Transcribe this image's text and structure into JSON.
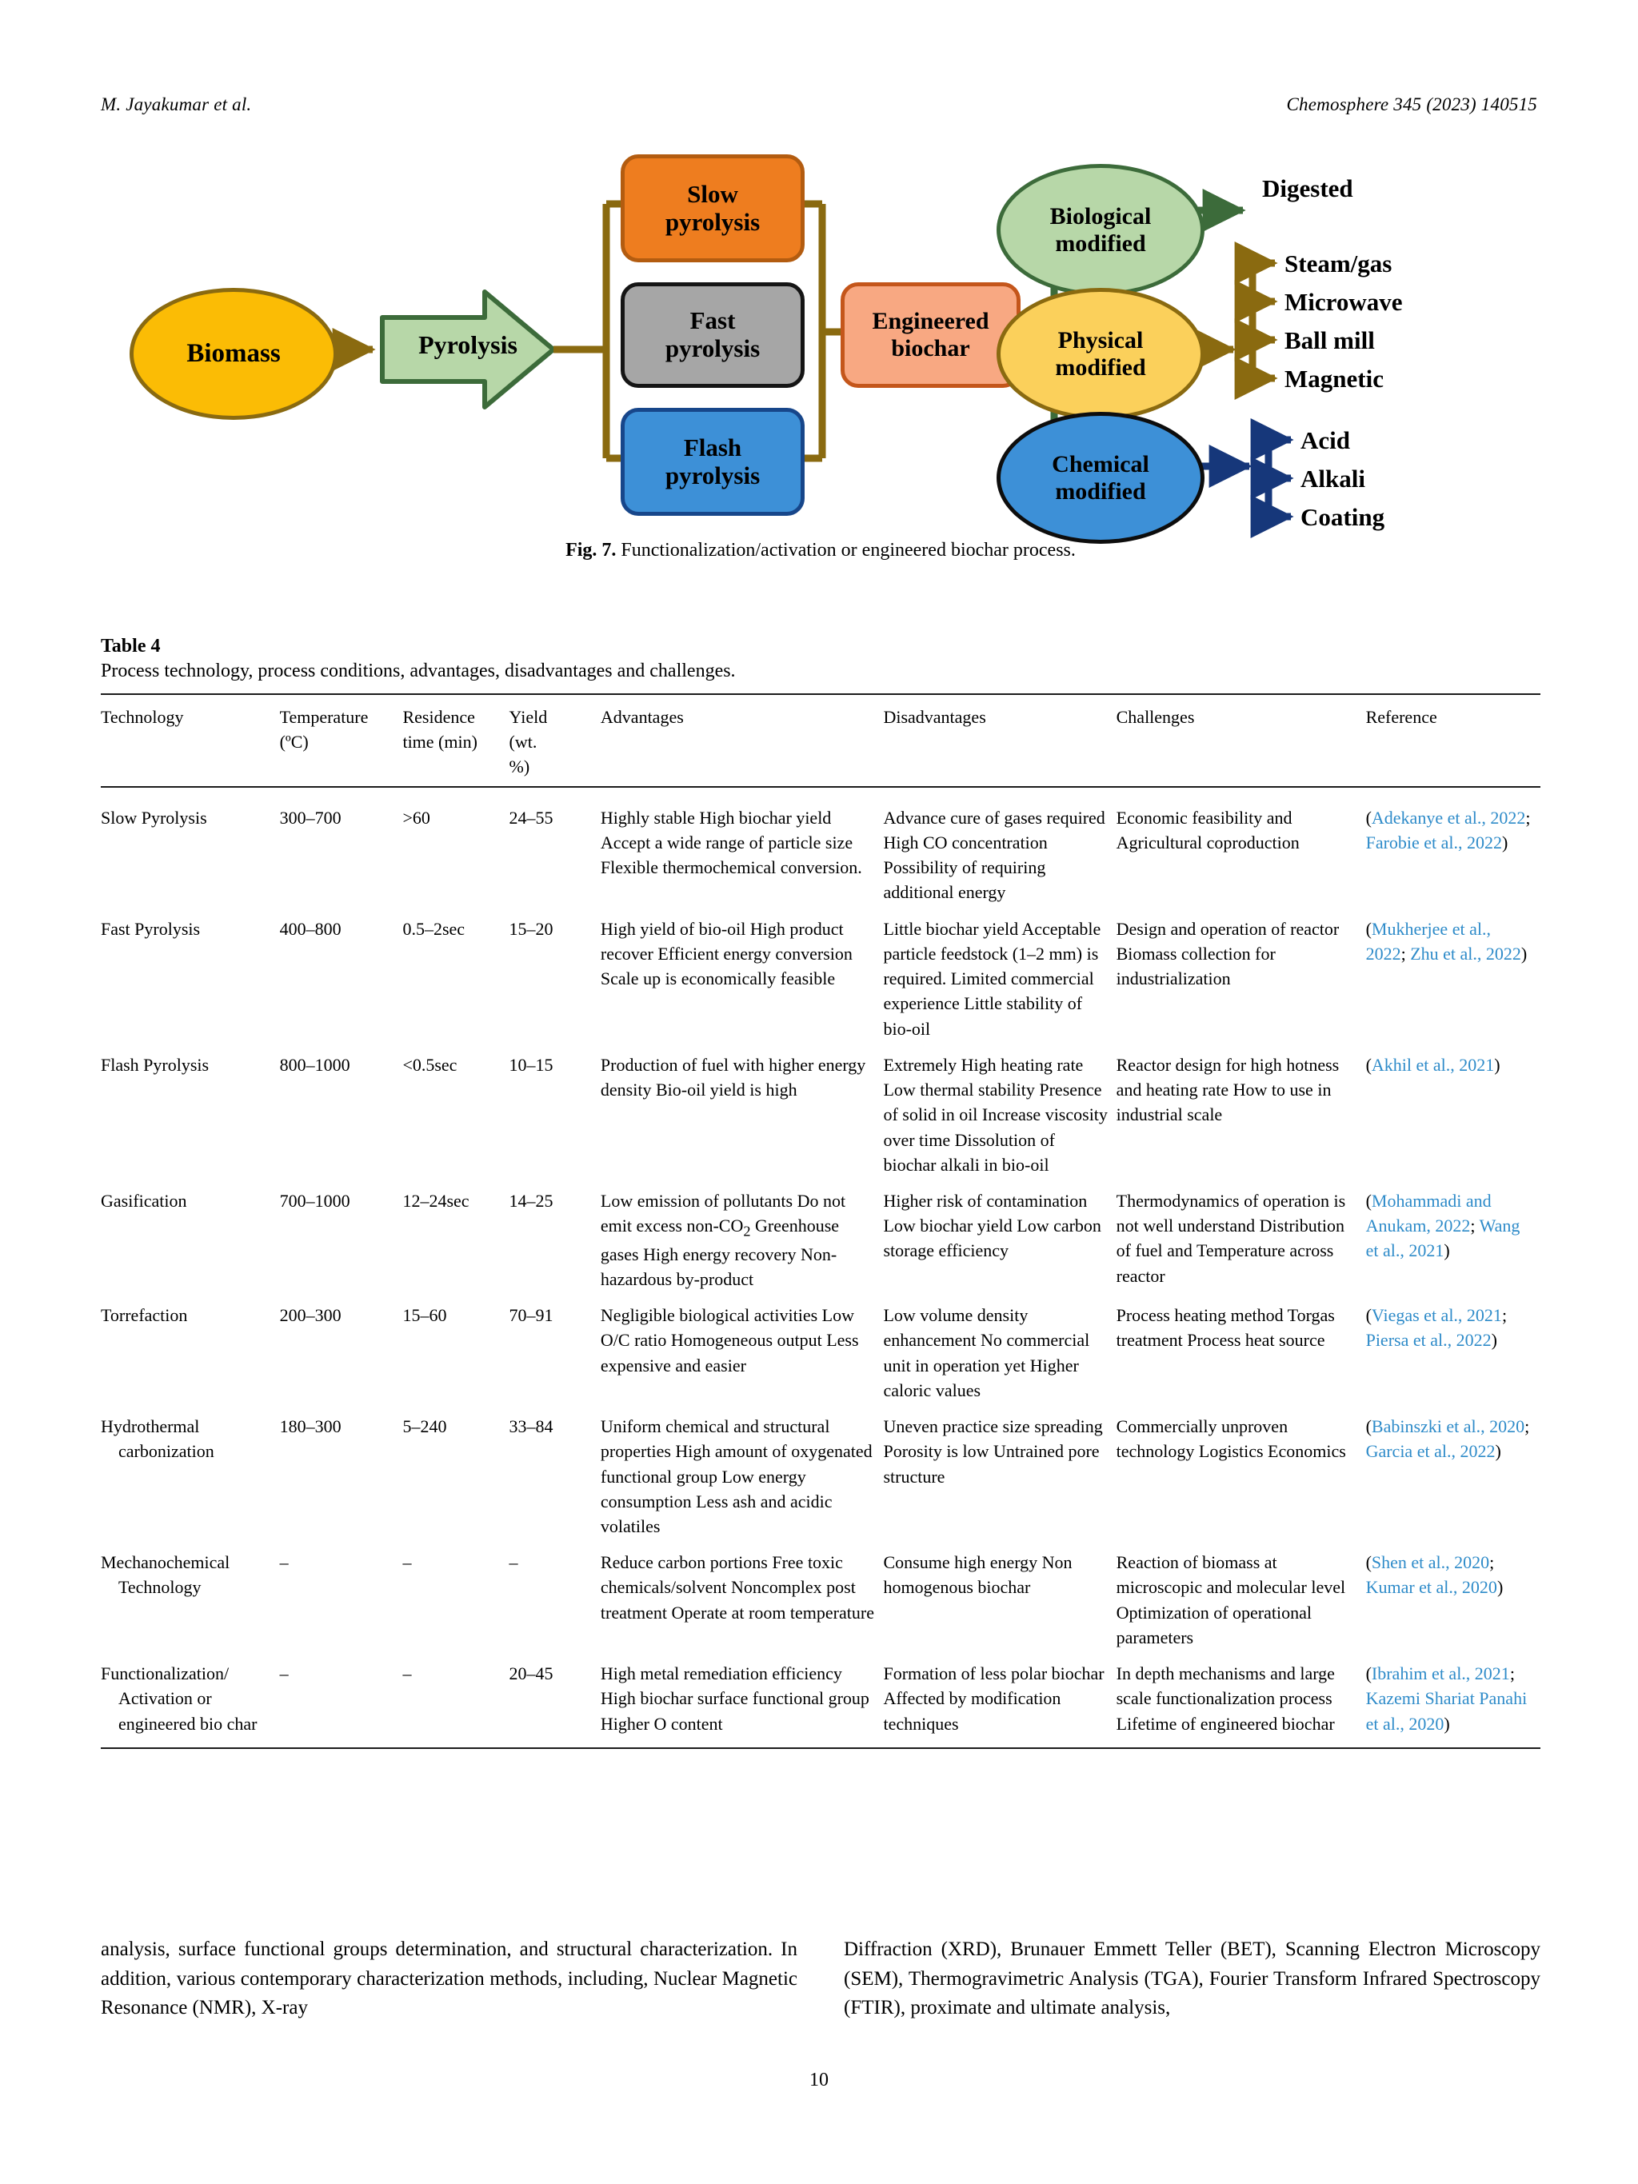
{
  "runhead": {
    "authors": "M. Jayakumar et al.",
    "journal": "Chemosphere 345 (2023) 140515"
  },
  "figure": {
    "caption_label": "Fig. 7.",
    "caption_text": "Functionalization/activation or engineered biochar process.",
    "nodes": {
      "biomass": "Biomass",
      "pyrolysis_arrow": "Pyrolysis",
      "slow": "Slow\npyrolysis",
      "fast": "Fast\npyrolysis",
      "flash": "Flash\npyrolysis",
      "engineered": "Engineered\nbiochar",
      "biological": "Biological\nmodified",
      "physical": "Physical\nmodified",
      "chemical": "Chemical\nmodified"
    },
    "terminals": {
      "digested": "Digested",
      "steam": "Steam/gas",
      "microwave": "Microwave",
      "ballmill": "Ball mill",
      "magnetic": "Magnetic",
      "acid": "Acid",
      "alkali": "Alkali",
      "coating": "Coating"
    },
    "colors": {
      "biomass_fill": "#fbbc05",
      "biomass_stroke": "#8a6a10",
      "arrow_fill": "#b7d7a8",
      "arrow_stroke": "#3c6b3a",
      "slow_fill": "#ee7d1f",
      "fast_fill": "#a6a6a6",
      "flash_fill": "#3d90d7",
      "engineered_fill": "#f8a882",
      "biological_fill": "#b7d7a8",
      "physical_fill": "#fbd05b",
      "chemical_fill": "#3d90d7",
      "connector_gold": "#8a6a10",
      "connector_green": "#3c6b3a",
      "connector_navy": "#16377a"
    }
  },
  "table": {
    "number": "Table 4",
    "caption": "Process technology, process conditions, advantages, disadvantages and challenges.",
    "headers": [
      "Technology",
      "Temperature (ºC)",
      "Residence time (min)",
      "Yield (wt. %)",
      "Advantages",
      "Disadvantages",
      "Challenges",
      "Reference"
    ],
    "header_lines": {
      "technology": [
        "Technology"
      ],
      "temperature": [
        "Temperature",
        "(ºC)"
      ],
      "residence": [
        "Residence",
        "time (min)"
      ],
      "yield": [
        "Yield",
        "(wt.",
        "%)"
      ],
      "advantages": [
        "Advantages"
      ],
      "disadvantages": [
        "Disadvantages"
      ],
      "challenges": [
        "Challenges"
      ],
      "reference": [
        "Reference"
      ]
    },
    "rows": [
      {
        "technology": "Slow Pyrolysis",
        "temperature": "300–700",
        "residence": ">60",
        "yield": "24–55",
        "advantages": "Highly stable High biochar yield Accept a wide range of particle size Flexible thermochemical conversion.",
        "disadvantages": "Advance cure of gases required High CO concentration Possibility of requiring additional energy",
        "challenges": "Economic feasibility and Agricultural coproduction",
        "reference_text": "(Adekanye et al., 2022; Farobie et al., 2022)",
        "reference_parts": [
          {
            "t": "(",
            "link": false
          },
          {
            "t": "Adekanye et al., 2022",
            "link": true
          },
          {
            "t": "; ",
            "link": false
          },
          {
            "t": "Farobie et al., 2022",
            "link": true
          },
          {
            "t": ")",
            "link": false
          }
        ]
      },
      {
        "technology": "Fast Pyrolysis",
        "temperature": "400–800",
        "residence": "0.5–2sec",
        "yield": "15–20",
        "advantages": "High yield of bio-oil High product recover Efficient energy conversion Scale up is economically feasible",
        "disadvantages": "Little biochar yield Acceptable particle feedstock (1–2 mm) is required. Limited commercial experience Little stability of bio-oil",
        "challenges": "Design and operation of reactor Biomass collection for industrialization",
        "reference_text": "(Mukherjee et al., 2022; Zhu et al., 2022)",
        "reference_parts": [
          {
            "t": "(",
            "link": false
          },
          {
            "t": "Mukherjee et al., 2022",
            "link": true
          },
          {
            "t": "; ",
            "link": false
          },
          {
            "t": "Zhu et al., 2022",
            "link": true
          },
          {
            "t": ")",
            "link": false
          }
        ]
      },
      {
        "technology": "Flash Pyrolysis",
        "temperature": "800–1000",
        "residence": "<0.5sec",
        "yield": "10–15",
        "advantages": "Production of fuel with higher energy density Bio-oil yield is high",
        "disadvantages": "Extremely High heating rate Low thermal stability Presence of solid in oil Increase viscosity over time Dissolution of biochar alkali in bio-oil",
        "challenges": "Reactor design for high hotness and heating rate How to use in industrial scale",
        "reference_text": "(Akhil et al., 2021)",
        "reference_parts": [
          {
            "t": "(",
            "link": false
          },
          {
            "t": "Akhil et al., 2021",
            "link": true
          },
          {
            "t": ")",
            "link": false
          }
        ]
      },
      {
        "technology": "Gasification",
        "temperature": "700–1000",
        "residence": "12–24sec",
        "yield": "14–25",
        "advantages": "Low emission of pollutants Do not emit excess non-CO₂ Greenhouse gases High energy recovery Non-hazardous by-product",
        "disadvantages": "Higher risk of contamination Low biochar yield Low carbon storage efficiency",
        "challenges": "Thermodynamics of operation is not well understand Distribution of fuel and Temperature across reactor",
        "reference_text": "(Mohammadi and Anukam, 2022; Wang et al., 2021)",
        "reference_parts": [
          {
            "t": "(",
            "link": false
          },
          {
            "t": "Mohammadi and Anukam, 2022",
            "link": true
          },
          {
            "t": "; ",
            "link": false
          },
          {
            "t": "Wang et al., 2021",
            "link": true
          },
          {
            "t": ")",
            "link": false
          }
        ]
      },
      {
        "technology": "Torrefaction",
        "temperature": "200–300",
        "residence": "15–60",
        "yield": "70–91",
        "advantages": "Negligible biological activities Low O/C ratio Homogeneous output Less expensive and easier",
        "disadvantages": "Low volume density enhancement No commercial unit in operation yet Higher caloric values",
        "challenges": "Process heating method Torgas treatment Process heat source",
        "reference_text": "(Viegas et al., 2021; Piersa et al., 2022)",
        "reference_parts": [
          {
            "t": "(",
            "link": false
          },
          {
            "t": "Viegas et al., 2021",
            "link": true
          },
          {
            "t": "; ",
            "link": false
          },
          {
            "t": "Piersa et al., 2022",
            "link": true
          },
          {
            "t": ")",
            "link": false
          }
        ]
      },
      {
        "technology": "Hydrothermal carbonization",
        "technology_lines": [
          "Hydrothermal",
          "carbonization"
        ],
        "temperature": "180–300",
        "residence": "5–240",
        "yield": "33–84",
        "advantages": "Uniform chemical and structural properties High amount of oxygenated functional group Low energy consumption Less ash and acidic volatiles",
        "disadvantages": "Uneven practice size spreading Porosity is low Untrained pore structure",
        "challenges": "Commercially unproven technology Logistics Economics",
        "reference_text": "(Babinszki et al., 2020; Garcia et al., 2022)",
        "reference_parts": [
          {
            "t": "(",
            "link": false
          },
          {
            "t": "Babinszki et al., 2020",
            "link": true
          },
          {
            "t": "; ",
            "link": false
          },
          {
            "t": "Garcia et al., 2022",
            "link": true
          },
          {
            "t": ")",
            "link": false
          }
        ]
      },
      {
        "technology": "Mechanochemical Technology",
        "technology_lines": [
          "Mechanochemical",
          "Technology"
        ],
        "temperature": "–",
        "residence": "–",
        "yield": "–",
        "advantages": "Reduce carbon portions Free toxic chemicals/solvent Noncomplex post treatment Operate at room temperature",
        "disadvantages": "Consume high energy Non homogenous biochar",
        "challenges": "Reaction of biomass at microscopic and molecular level Optimization of operational parameters",
        "reference_text": "(Shen et al., 2020; Kumar et al., 2020)",
        "reference_parts": [
          {
            "t": "(",
            "link": false
          },
          {
            "t": "Shen et al., 2020",
            "link": true
          },
          {
            "t": "; ",
            "link": false
          },
          {
            "t": "Kumar et al., 2020",
            "link": true
          },
          {
            "t": ")",
            "link": false
          }
        ]
      },
      {
        "technology": "Functionalization/ Activation or engineered bio char",
        "technology_lines": [
          "Functionalization/",
          "Activation or",
          "engineered bio char"
        ],
        "temperature": "–",
        "residence": "–",
        "yield": "20–45",
        "advantages": "High metal remediation efficiency High biochar surface functional group Higher O content",
        "disadvantages": "Formation of less polar biochar Affected by modification techniques",
        "challenges": "In depth mechanisms and large scale functionalization process Lifetime of engineered biochar",
        "reference_text": "(Ibrahim et al., 2021; Kazemi Shariat Panahi et al., 2020)",
        "reference_parts": [
          {
            "t": "(",
            "link": false
          },
          {
            "t": "Ibrahim et al., 2021",
            "link": true
          },
          {
            "t": "; ",
            "link": false
          },
          {
            "t": "Kazemi Shariat Panahi et al., 2020",
            "link": true
          },
          {
            "t": ")",
            "link": false
          }
        ]
      }
    ]
  },
  "body": {
    "left_column": "analysis, surface functional groups determination, and structural characterization. In addition, various contemporary characterization methods, including, Nuclear Magnetic Resonance (NMR), X-ray",
    "right_column": "Diffraction (XRD), Brunauer Emmett Teller (BET), Scanning Electron Microscopy (SEM), Thermogravimetric Analysis (TGA), Fourier Transform Infrared Spectroscopy (FTIR), proximate and ultimate analysis,"
  },
  "page_number": "10"
}
